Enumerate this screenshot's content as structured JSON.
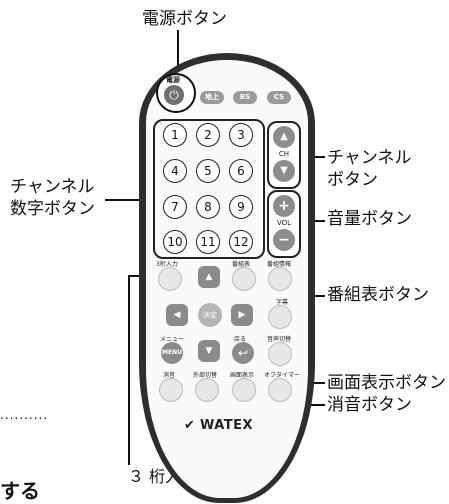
{
  "callouts": {
    "power": "電源ボタン",
    "channel_line1": "チャンネル",
    "channel_line2": "ボタン",
    "numpad_line1": "チャンネル",
    "numpad_line2": "数字ボタン",
    "volume": "音量ボタン",
    "epg": "番組表ボタン",
    "display": "画面表示ボタン",
    "mute": "消音ボタン",
    "digit3": "３ 桁入力ボタン"
  },
  "remote": {
    "power_label": "電源",
    "power_symbol": "⏻",
    "broadcast_buttons": [
      "地上",
      "BS",
      "CS"
    ],
    "numbers": [
      "1",
      "2",
      "3",
      "4",
      "5",
      "6",
      "7",
      "8",
      "9",
      "10",
      "11",
      "12"
    ],
    "ch_label": "CH",
    "vol_label": "VOL",
    "vol_plus": "+",
    "vol_minus": "−",
    "ch_up": "▲",
    "ch_down": "▼",
    "row1_labels": [
      "3桁入力",
      "番組表",
      "番組情報"
    ],
    "subtitle_label": "字幕",
    "menu_label": "メニュー",
    "menu_btn": "MENU",
    "back_label": "戻る",
    "audio_label": "音声切替",
    "enter_label": "決定",
    "row_bottom_labels": [
      "消音",
      "外部切替",
      "画面表示",
      "オフタイマー"
    ],
    "brand": "WATEX",
    "brand_mark": "✔"
  },
  "page_fragments": {
    "dotted": "..........",
    "bottom_left": "する"
  }
}
